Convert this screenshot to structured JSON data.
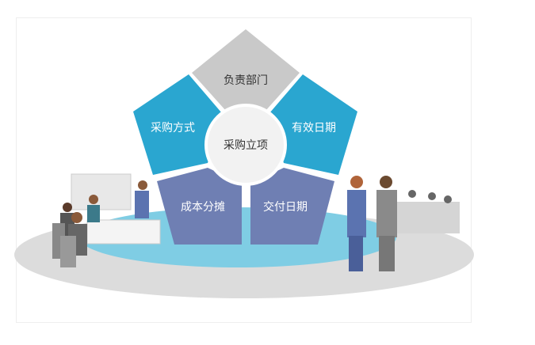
{
  "diagram": {
    "center": "采购立项",
    "segments": [
      {
        "label": "负责部门",
        "color": "#c9c9c9"
      },
      {
        "label": "有效日期",
        "color": "#2aa6d0"
      },
      {
        "label": "交付日期",
        "color": "#6f7fb3"
      },
      {
        "label": "成本分摊",
        "color": "#6f7fb3"
      },
      {
        "label": "采购方式",
        "color": "#2aa6d0"
      }
    ]
  }
}
